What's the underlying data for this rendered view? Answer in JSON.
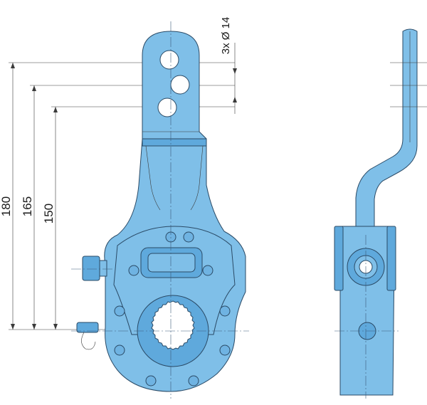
{
  "drawing": {
    "dimensions": [
      {
        "id": "dim-180",
        "value": "180"
      },
      {
        "id": "dim-165",
        "value": "165"
      },
      {
        "id": "dim-150",
        "value": "150"
      }
    ],
    "hole_callout": "3x Ø 14",
    "colors": {
      "part_fill": "#7fbfe8",
      "outline": "#2a4a66",
      "dimension_lines": "#3a3a3a"
    }
  }
}
